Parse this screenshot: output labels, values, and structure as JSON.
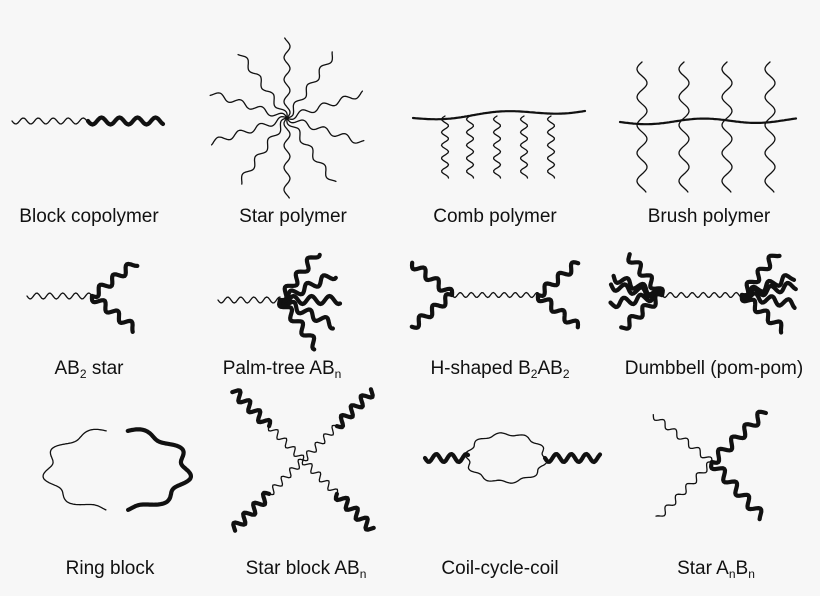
{
  "background": "#f7f7f7",
  "ink": "#111111",
  "panels": [
    {
      "id": "block-copolymer",
      "label": [
        {
          "t": "Block copolymer"
        }
      ]
    },
    {
      "id": "star-polymer",
      "label": [
        {
          "t": "Star polymer"
        }
      ]
    },
    {
      "id": "comb-polymer",
      "label": [
        {
          "t": "Comb polymer"
        }
      ]
    },
    {
      "id": "brush-polymer",
      "label": [
        {
          "t": "Brush polymer"
        }
      ]
    },
    {
      "id": "ab2-star",
      "label": [
        {
          "t": "AB"
        },
        {
          "sub": "2"
        },
        {
          "t": " star"
        }
      ]
    },
    {
      "id": "palm-tree-abn",
      "label": [
        {
          "t": "Palm-tree AB"
        },
        {
          "sub": "n"
        }
      ]
    },
    {
      "id": "h-shaped-b2ab2",
      "label": [
        {
          "t": "H-shaped B"
        },
        {
          "sub": "2"
        },
        {
          "t": "AB"
        },
        {
          "sub": "2"
        }
      ]
    },
    {
      "id": "dumbbell-pom-pom",
      "label": [
        {
          "t": "Dumbbell (pom-pom)"
        }
      ]
    },
    {
      "id": "ring-block",
      "label": [
        {
          "t": "Ring block"
        }
      ]
    },
    {
      "id": "star-block-abn",
      "label": [
        {
          "t": "Star block AB"
        },
        {
          "sub": "n"
        }
      ]
    },
    {
      "id": "coil-cycle-coil",
      "label": [
        {
          "t": "Coil-cycle-coil"
        }
      ]
    },
    {
      "id": "star-anbn",
      "label": [
        {
          "t": "Star A"
        },
        {
          "sub": "n"
        },
        {
          "t": "B"
        },
        {
          "sub": "n"
        }
      ]
    }
  ]
}
